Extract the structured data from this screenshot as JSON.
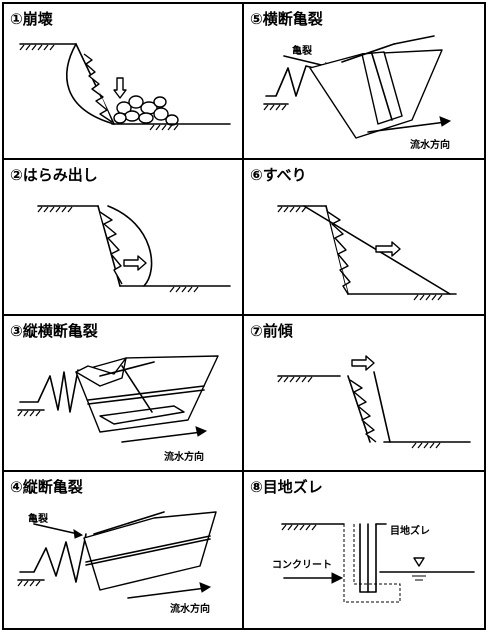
{
  "panels": [
    {
      "title": "①崩壊"
    },
    {
      "title": "⑤横断亀裂",
      "labels": {
        "crack": "亀裂",
        "flow": "流水方向"
      }
    },
    {
      "title": "②はらみ出し"
    },
    {
      "title": "⑥すべり"
    },
    {
      "title": "③縦横断亀裂",
      "labels": {
        "flow": "流水方向"
      }
    },
    {
      "title": "⑦前傾"
    },
    {
      "title": "④縦断亀裂",
      "labels": {
        "crack": "亀裂",
        "flow": "流水方向"
      }
    },
    {
      "title": "⑧目地ズレ",
      "labels": {
        "joint": "目地ズレ",
        "concrete": "コンクリート"
      }
    }
  ]
}
